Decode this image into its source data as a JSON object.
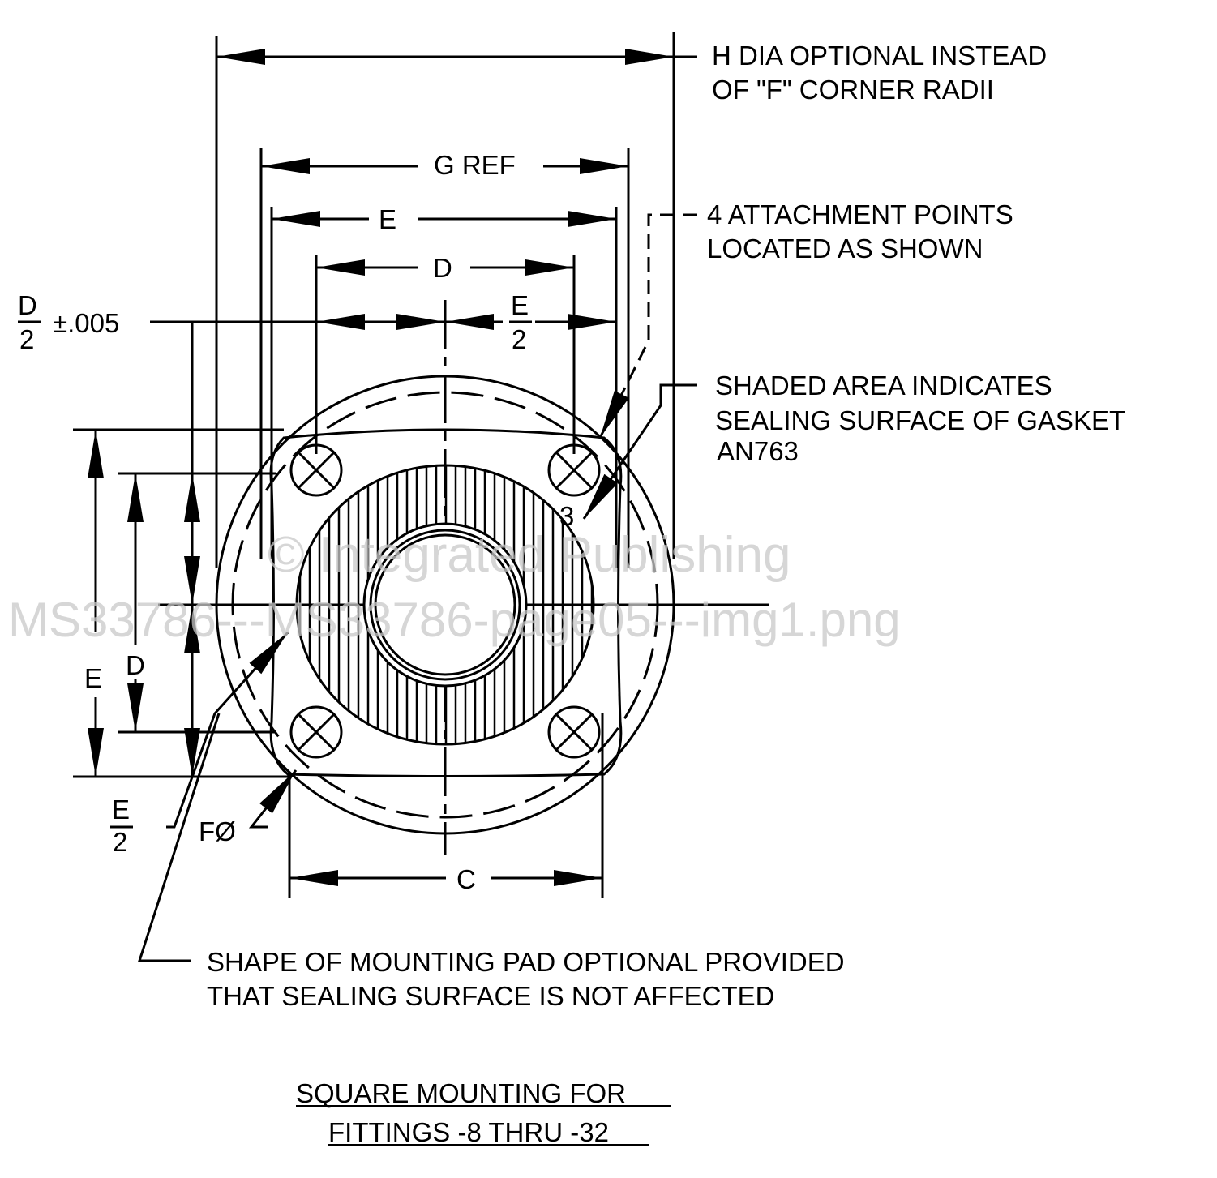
{
  "dimensions": {
    "h_dia": "H DIA OPTIONAL INSTEAD",
    "h_dia_2": "OF \"F\" CORNER RADII",
    "g_ref": "G REF",
    "e": "E",
    "d": "D",
    "e_over_2": {
      "num": "E",
      "den": "2"
    },
    "d_over_2": {
      "num": "D",
      "den": "2",
      "tol": "±.005"
    },
    "c": "C",
    "f_dia": "FØ",
    "d_vert": "D",
    "e_vert": "E",
    "e_over_2_bottom": {
      "num": "E",
      "den": "2"
    }
  },
  "notes": {
    "attach_1": "4 ATTACHMENT POINTS",
    "attach_2": "LOCATED AS SHOWN",
    "shaded_1": "SHADED AREA INDICATES",
    "shaded_2": "SEALING SURFACE OF GASKET",
    "shaded_3": "AN763",
    "callout_3": "3",
    "pad_1": "SHAPE OF MOUNTING PAD OPTIONAL PROVIDED",
    "pad_2": "THAT SEALING SURFACE IS NOT AFFECTED"
  },
  "title": {
    "line1": "SQUARE MOUNTING FOR",
    "line2": "FITTINGS -8 THRU -32"
  },
  "watermark": {
    "line1": "© Integrated Publishing",
    "line2": "MS33786---MS33786-page05---img1.png"
  }
}
